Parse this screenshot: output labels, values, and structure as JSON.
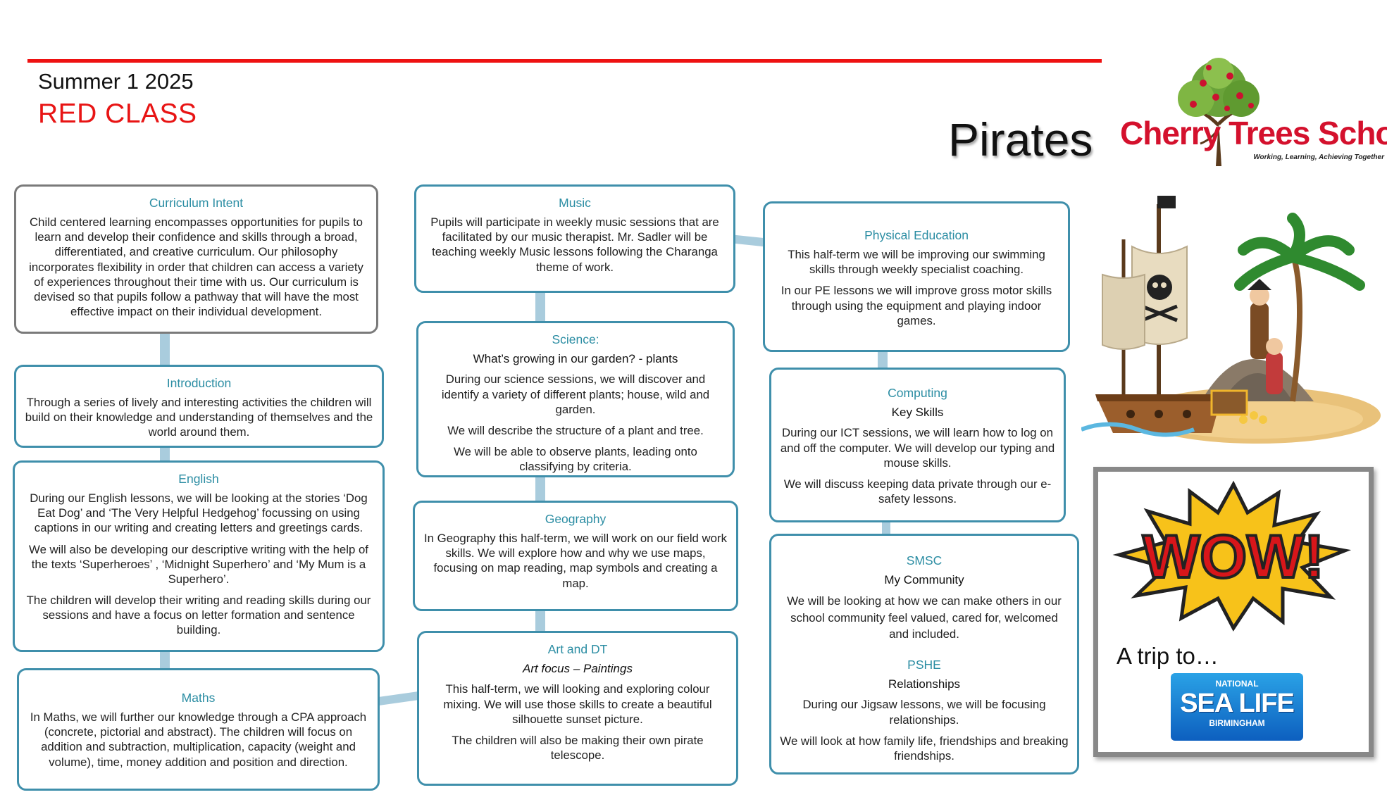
{
  "header": {
    "term": "Summer 1 2025",
    "class_name": "RED CLASS",
    "topic": "Pirates"
  },
  "logo": {
    "name": "Cherry Trees School",
    "tagline": "Working, Learning, Achieving Together"
  },
  "colors": {
    "accent_red": "#e81414",
    "box_border": "#3f8fab",
    "heading": "#2b8da3",
    "connector": "#a9ccdd"
  },
  "sections": {
    "curriculum_intent": {
      "title": "Curriculum Intent",
      "body": "Child centered learning encompasses opportunities for pupils to learn and develop their confidence and skills through a broad, differentiated, and creative curriculum.  Our philosophy incorporates flexibility in order that children can access a variety of experiences throughout their time with us. Our curriculum is devised so that pupils follow a pathway that will have the most effective impact on their individual development."
    },
    "introduction": {
      "title": "Introduction",
      "body": "Through a series of lively and interesting activities the children will build on their knowledge and understanding of themselves and the world around them."
    },
    "english": {
      "title": "English",
      "p1": "During our English lessons, we will be looking at the stories ‘Dog Eat Dog’ and ‘The Very Helpful Hedgehog’ focussing on using captions in our writing and creating letters and greetings cards.",
      "p2": "We will also be developing our descriptive writing with the help of the texts ‘Superheroes’ , ‘Midnight Superhero’ and ‘My Mum is a Superhero’.",
      "p3": "The children will develop their writing and reading skills during our sessions and have a focus on letter formation and sentence building."
    },
    "maths": {
      "title": "Maths",
      "body": "In Maths, we will further our knowledge through a CPA approach (concrete, pictorial and abstract). The children will focus on addition and subtraction, multiplication, capacity (weight and volume), time, money addition and position and direction."
    },
    "music": {
      "title": "Music",
      "body": "Pupils will participate in weekly music sessions that are facilitated by our music therapist. Mr. Sadler will be teaching weekly Music lessons following the Charanga theme of work."
    },
    "science": {
      "title": "Science:",
      "subtitle": "What’s growing in our garden? - plants",
      "p1": "During our science sessions, we will discover and identify a variety of different plants; house, wild and garden.",
      "p2": "We will describe the structure of a plant and tree.",
      "p3": "We will be able to observe plants, leading onto classifying by criteria."
    },
    "geography": {
      "title": "Geography",
      "body": "In Geography this half-term, we will work on our field work skills.  We will explore how and why we use maps, focusing on map reading, map symbols and creating a map."
    },
    "art": {
      "title": "Art and DT",
      "subtitle": "Art focus – Paintings",
      "p1": "This half-term, we will looking and exploring colour mixing. We will use those skills to create a beautiful silhouette sunset picture.",
      "p2": "The children will also be making their own pirate telescope."
    },
    "pe": {
      "title": "Physical Education",
      "p1": "This half-term we will be improving our swimming skills through weekly specialist coaching.",
      "p2": "In our PE lessons we will improve gross motor skills through using the equipment and playing indoor games."
    },
    "computing": {
      "title": "Computing",
      "subtitle": "Key Skills",
      "p1": "During our ICT sessions, we will learn how to log on and off the computer. We will develop our typing and mouse skills.",
      "p2": "We will discuss keeping data private through our e-safety lessons."
    },
    "smsc": {
      "title": "SMSC",
      "subtitle": "My Community",
      "body": "We will be looking at how we can make others in our school community feel valued, cared for, welcomed and included."
    },
    "pshe": {
      "title": "PSHE",
      "subtitle": "Relationships",
      "p1": "During our Jigsaw lessons, we will be focusing relationships.",
      "p2": "We will look at how family life, friendships and breaking friendships."
    }
  },
  "wow": {
    "burst_text": "WOW!",
    "trip_text": "A trip to…",
    "sealife_top": "NATIONAL",
    "sealife_main": "SEA LIFE",
    "sealife_bottom": "BIRMINGHAM"
  }
}
